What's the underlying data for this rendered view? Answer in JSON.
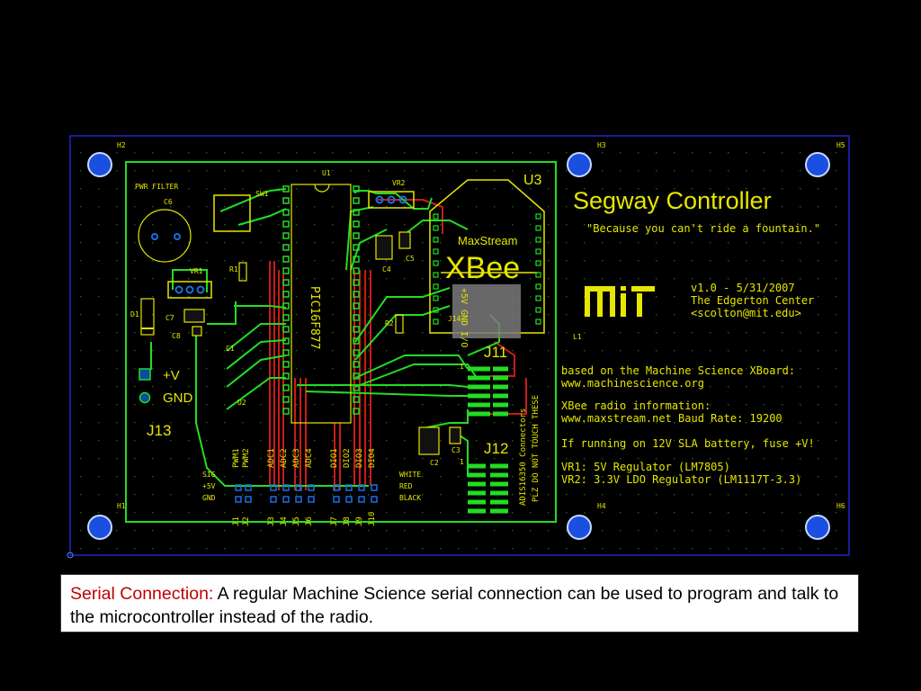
{
  "board": {
    "title": "Segway Controller",
    "subtitle": "\"Because you can't ride a fountain.\"",
    "version_lines": [
      "v1.0 - 5/31/2007",
      "The Edgerton Center",
      "<scolton@mit.edu>"
    ],
    "logo_text": "MIT",
    "info_lines": [
      "based on the Machine Science XBoard:",
      "www.machinescience.org",
      "XBee radio information:",
      "www.maxstream.net   Baud Rate: 19200",
      "If running on 12V SLA battery, fuse +V!",
      "VR1: 5V  Regulator (LM7805)",
      "VR2: 3.3V LDO Regulator (LM1117T-3.3)"
    ],
    "holes": {
      "h2": "H2",
      "h3": "H3",
      "h5": "H5",
      "h1": "H1",
      "h4": "H4",
      "h6": "H6"
    },
    "labels": {
      "u3": "U3",
      "u1": "U1",
      "u2": "U2",
      "vr2": "VR2",
      "vr1": "VR1",
      "pwr_filter": "PWR FILTER",
      "c6": "C6",
      "sw1": "SW1",
      "r1": "R1",
      "d1": "D1",
      "c7": "C7",
      "c8": "C8",
      "c1": "C1",
      "c4": "C4",
      "c5": "C5",
      "r2": "R2",
      "j14": "J14",
      "j11": "J11",
      "j12": "J12",
      "j13": "J13",
      "c2": "C2",
      "c3": "C3",
      "l1": "L1",
      "plus_v": "+V",
      "gnd": "GND",
      "pic": "PIC16F877",
      "maxstream": "MaxStream",
      "xbee": "XBee",
      "xbee_pins": "+5V GND I/O",
      "adis_note": "ADIS16350 Connectors",
      "plz_note": "PLZ DO NOT TOUCH THESE",
      "sig": "SIG",
      "p5v": "+5V",
      "gnd2": "GND",
      "white": "WHITE",
      "red": "RED",
      "black": "BLACK",
      "pwm1": "PWM1",
      "pwm2": "PWM2",
      "adc": [
        "ADC1",
        "ADC2",
        "ADC3",
        "ADC4"
      ],
      "dio": [
        "DIO1",
        "DIO2",
        "DIO3",
        "DIO4"
      ],
      "jacks": [
        "J1",
        "J2",
        "J3",
        "J4",
        "J5",
        "J6",
        "J7",
        "J8",
        "J9",
        "J10"
      ],
      "one_a": "1",
      "one_b": "1"
    }
  },
  "caption": {
    "lead": "Serial Connection:",
    "body": " A regular Machine Science serial connection can be used to program and talk to the microcontroller instead of the radio."
  },
  "colors": {
    "background": "#000000",
    "board_outline": "#2222cc",
    "copper_top": "#22dd22",
    "copper_bottom": "#cc1a1a",
    "silkscreen": "#e6e600",
    "pads": "#1a6fe0",
    "caption_lead": "#c00000"
  }
}
